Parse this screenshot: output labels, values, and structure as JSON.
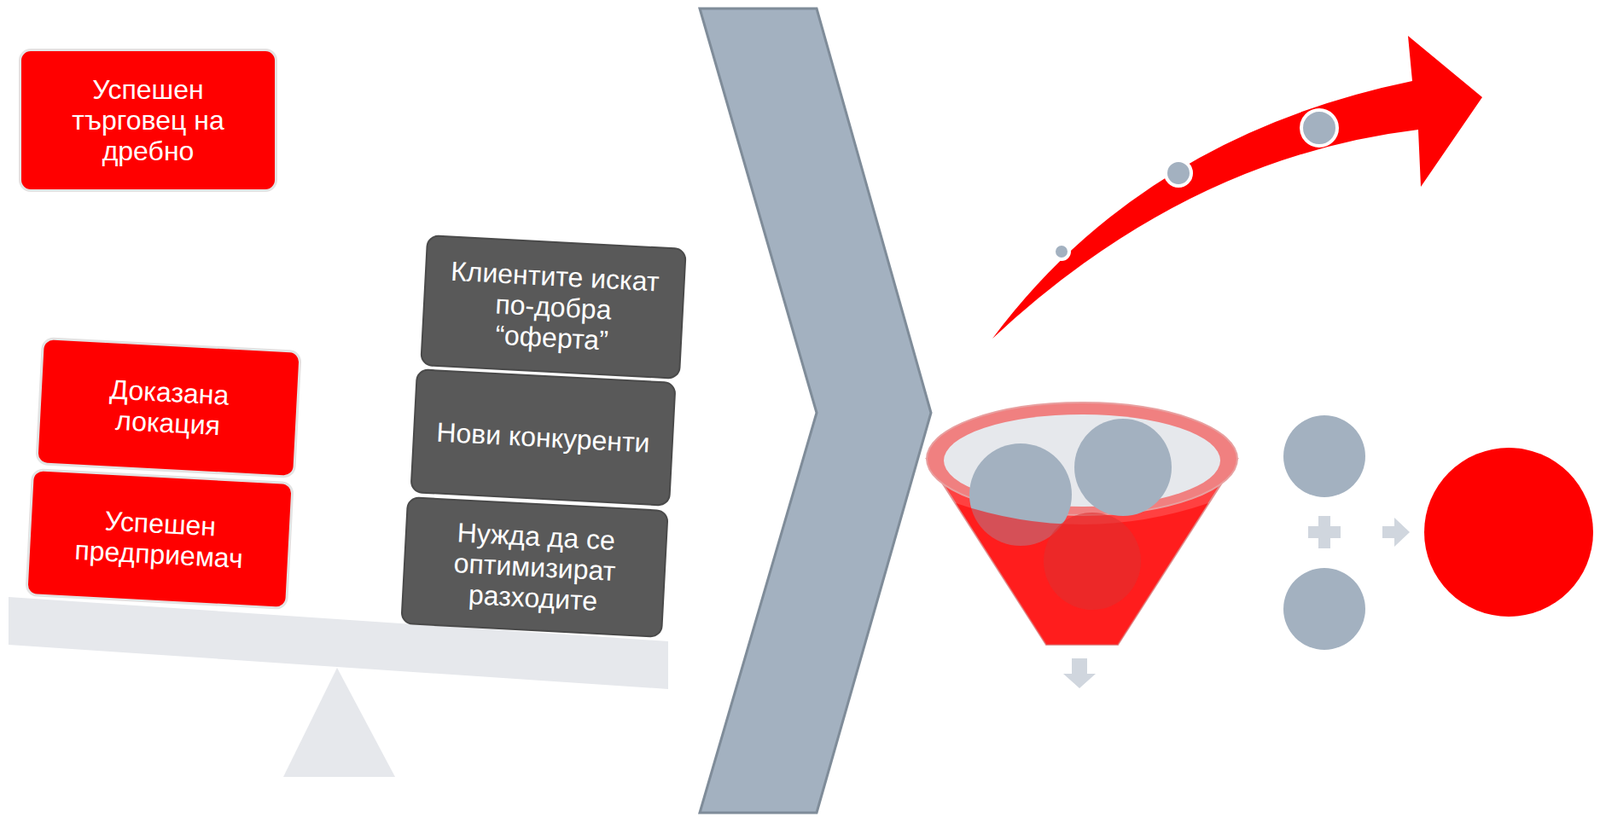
{
  "diagram": {
    "nodes": [
      {
        "text": [
          "Успешен търговец на дребно"
        ]
      },
      {
        "text": [
          "Клиентите искат по-добра “оферта”"
        ]
      },
      {
        "text": [
          "Доказана локация"
        ]
      },
      {
        "text": [
          "Нови конкуренти"
        ]
      },
      {
        "text": [
          "Успешен предприемач"
        ]
      },
      {
        "text": [
          "Нужда да се оптимизират разходите"
        ]
      }
    ]
  }
}
